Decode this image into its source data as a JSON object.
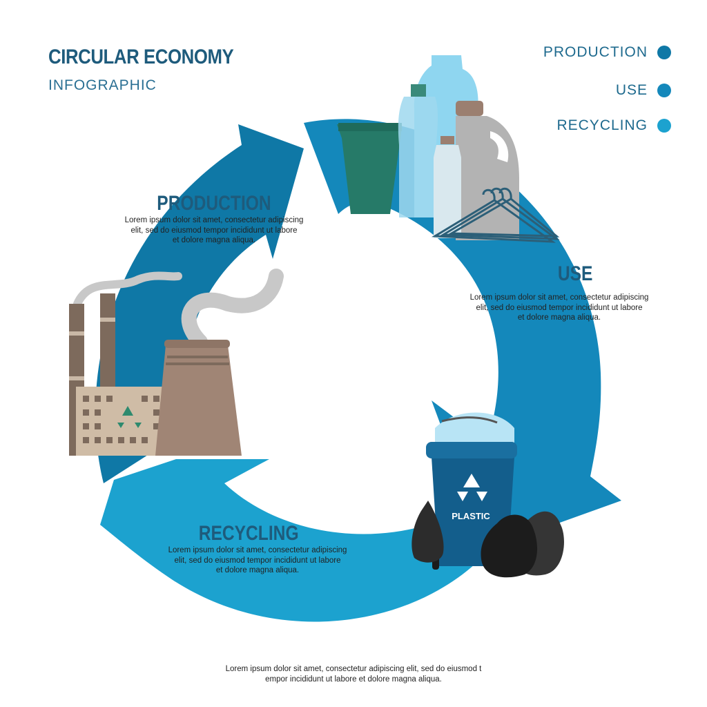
{
  "header": {
    "title": "CIRCULAR ECONOMY",
    "subtitle": "INFOGRAPHIC"
  },
  "legend": [
    {
      "label": "PRODUCTION",
      "color": "#0f78a6"
    },
    {
      "label": "USE",
      "color": "#1488bb"
    },
    {
      "label": "RECYCLING",
      "color": "#1ca2cf"
    }
  ],
  "stages": {
    "production": {
      "title": "PRODUCTION",
      "text": "Lorem ipsum dolor sit amet, consectetur adipiscing\nelit, sed do eiusmod tempor incididunt ut labore\net dolore magna aliqua."
    },
    "use": {
      "title": "USE",
      "text": "Lorem ipsum dolor sit amet, consectetur adipiscing\nelit, sed do eiusmod tempor incididunt ut labore\net dolore magna aliqua."
    },
    "recycling": {
      "title": "RECYCLING",
      "text": "Lorem ipsum dolor sit amet, consectetur adipiscing\nelit, sed do eiusmod tempor incididunt ut labore\net dolore magna aliqua."
    }
  },
  "bin_label": "PLASTIC",
  "footer": {
    "text": "Lorem ipsum dolor sit amet, consectetur adipiscing  elit, sed do eiusmod t\nempor incididunt ut labore et dolore magna aliqua."
  },
  "colors": {
    "production_arrow": "#0f78a6",
    "use_arrow": "#1488bb",
    "recycling_arrow": "#1ca2cf",
    "title_text": "#1e5b7c"
  },
  "icons": [
    "factory-icon",
    "bucket-icon",
    "plastic-bottle-icon",
    "detergent-jug-icon",
    "clothes-hanger-icon",
    "recycle-bin-icon",
    "recycle-symbol-icon",
    "garbage-bag-icon",
    "smoke-icon"
  ]
}
